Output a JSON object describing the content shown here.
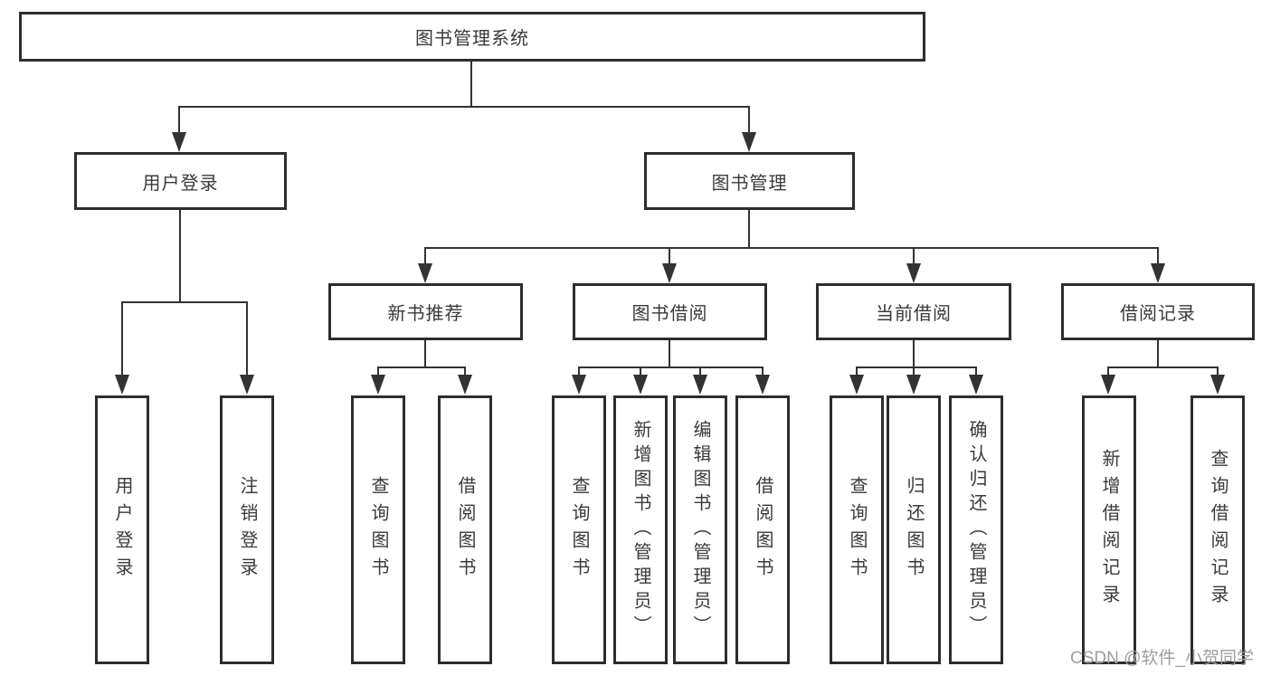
{
  "nodes": {
    "root": {
      "label": "图书管理系统"
    },
    "user_login": {
      "label": "用户登录"
    },
    "book_management": {
      "label": "图书管理"
    },
    "new_book_recommend": {
      "label": "新书推荐"
    },
    "book_borrow": {
      "label": "图书借阅"
    },
    "current_borrow": {
      "label": "当前借阅"
    },
    "borrow_records": {
      "label": "借阅记录"
    },
    "leaf_user_login": {
      "label": "用户登录"
    },
    "leaf_logout": {
      "label": "注销登录"
    },
    "nb_query_books": {
      "label": "查询图书"
    },
    "nb_borrow_books": {
      "label": "借阅图书"
    },
    "bb_query_books": {
      "label": "查询图书"
    },
    "bb_add_books": {
      "label": "新增图书（管理员）"
    },
    "bb_edit_books": {
      "label": "编辑图书（管理员）"
    },
    "bb_borrow_books": {
      "label": "借阅图书"
    },
    "cb_query_books": {
      "label": "查询图书"
    },
    "cb_return_books": {
      "label": "归还图书"
    },
    "cb_confirm_return": {
      "label": "确认归还（管理员）"
    },
    "br_add_record": {
      "label": "新增借阅记录"
    },
    "br_query_record": {
      "label": "查询借阅记录"
    }
  },
  "watermark": {
    "text": "CSDN @软件_小贺同学"
  },
  "colors": {
    "background": "#ffffff",
    "box_border": "#2d2d2d",
    "line": "#333333",
    "text": "#3a3a3a",
    "watermark": "#9e9e9e"
  }
}
